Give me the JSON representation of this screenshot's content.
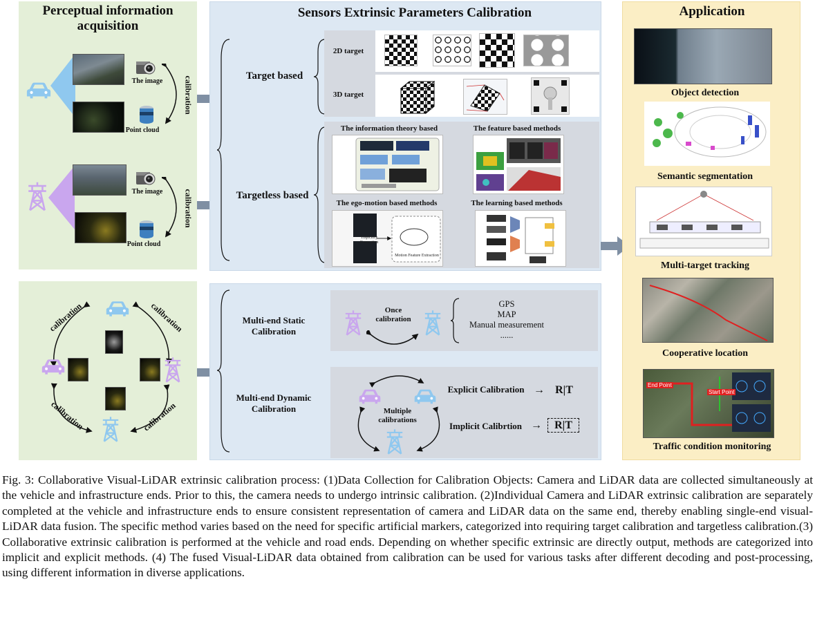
{
  "panels": {
    "left_top_title": "Perceptual information acquisition",
    "middle_top_title": "Sensors Extrinsic Parameters Calibration",
    "right_title": "Application"
  },
  "left_top": {
    "the_image_1": "The image",
    "point_cloud_1": "Point cloud",
    "the_image_2": "The image",
    "point_cloud_2": "Point cloud",
    "calibration_1": "calibration",
    "calibration_2": "calibration"
  },
  "target_based": {
    "label": "Target based",
    "row_2d": "2D target",
    "row_3d": "3D target"
  },
  "targetless_based": {
    "label": "Targetless based",
    "info_theory": "The information theory based",
    "feature_based": "The feature based methods",
    "ego_motion": "The ego-motion based methods",
    "learning_based": "The learning based methods",
    "trajectory": "Trajectory Generation",
    "motion_feature": "Motion Feature Extraction"
  },
  "left_bottom": {
    "calib_tl": "calibration",
    "calib_tr": "calibration",
    "calib_bl": "calibration",
    "calib_br": "calibration"
  },
  "multi_end": {
    "static_label": "Multi-end Static Calibration",
    "once": "Once calibration",
    "methods": [
      "GPS",
      "MAP",
      "Manual measurement",
      "......"
    ],
    "dynamic_label": "Multi-end Dynamic Calibration",
    "multiple": "Multiple calibrations",
    "explicit": "Explicit Calibration",
    "implicit": "Implicit Calibrtion",
    "rt": "R|T",
    "rt_dashed": "R|T"
  },
  "applications": [
    {
      "label": "Object detection"
    },
    {
      "label": "Semantic  segmentation"
    },
    {
      "label": "Multi-target tracking"
    },
    {
      "label": "Cooperative location"
    },
    {
      "label": "Traffic condition monitoring"
    }
  ],
  "traffic_map": {
    "end_point": "End Point",
    "start_point": "Start Point"
  },
  "caption": "Fig. 3: Collaborative Visual-LiDAR extrinsic calibration process: (1)Data Collection for Calibration Objects: Camera and LiDAR data are collected simultaneously at the vehicle and infrastructure ends. Prior to this, the camera needs to undergo intrinsic calibration. (2)Individual Camera and LiDAR extrinsic calibration are separately completed at the vehicle and infrastructure ends to ensure consistent representation of camera and LiDAR data on the same end, thereby enabling single-end visual-LiDAR data fusion. The specific method varies based on the need for specific artificial markers, categorized into requiring target calibration and targetless calibration.(3) Collaborative extrinsic calibration is performed at the vehicle and road ends. Depending on whether specific extrinsic are directly output, methods are categorized into implicit and explicit methods. (4) The fused Visual-LiDAR data obtained from calibration can be used for various tasks after different decoding and post-processing, using different information in diverse applications.",
  "colors": {
    "green_panel": "#e4efd8",
    "blue_panel": "#dde8f3",
    "yellow_panel": "#fbeec5",
    "vehicle_blue": "#8fc8ef",
    "tower_purple": "#c9a6ee",
    "arrow_gray": "#7f8fa3"
  },
  "icons": [
    "car-icon",
    "tower-icon",
    "camera-icon",
    "lidar-icon"
  ]
}
